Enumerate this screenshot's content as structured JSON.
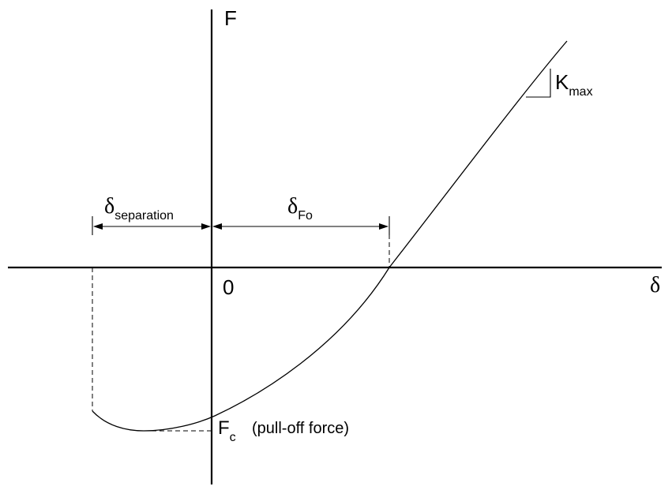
{
  "labels": {
    "y_axis": "F",
    "x_axis": "δ",
    "origin": "0",
    "k_main": "K",
    "k_sub": "max",
    "fc_main": "F",
    "fc_sub": "c",
    "fc_note": "(pull-off force)",
    "sep_main": "δ",
    "sep_sub": "separation",
    "dfo_main": "δ",
    "dfo_sub": "Fo"
  },
  "colors": {
    "ink": "#000000",
    "background": "#ffffff"
  }
}
